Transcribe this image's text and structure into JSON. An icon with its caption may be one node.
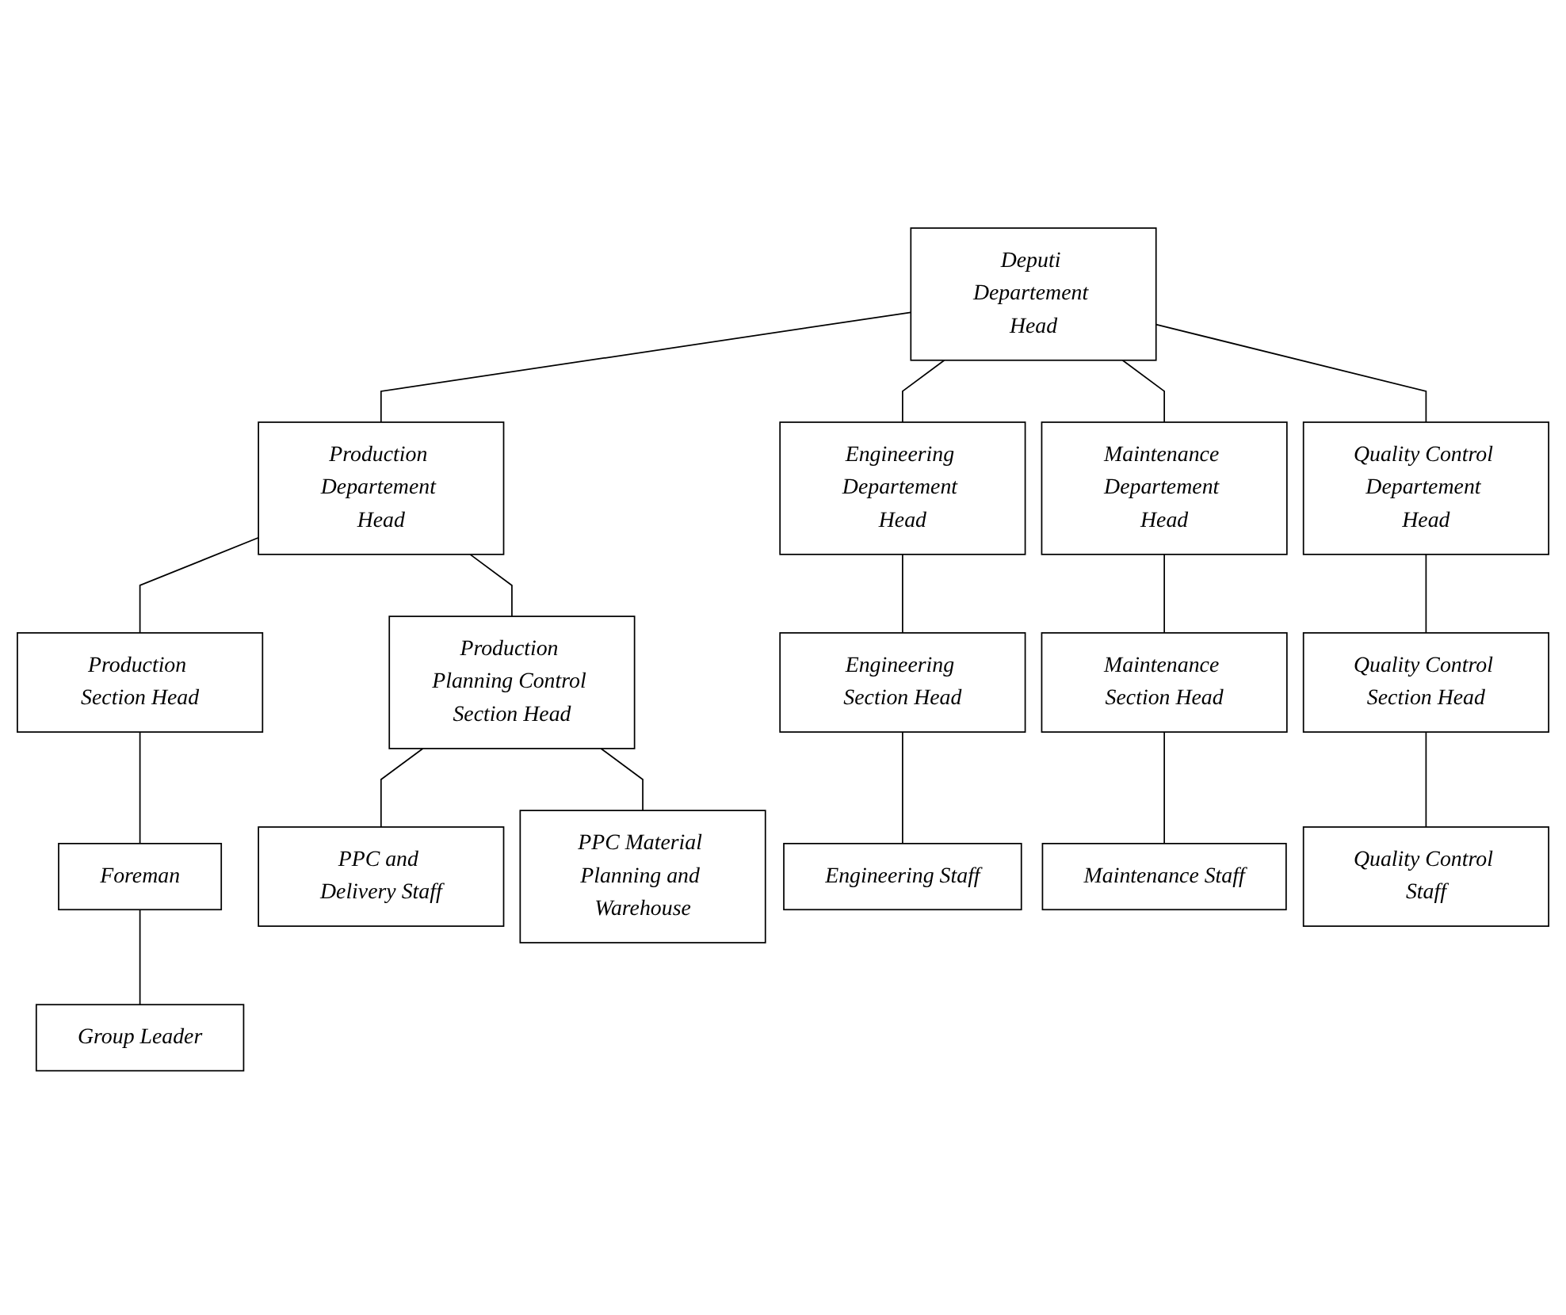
{
  "diagram": {
    "nodes": [
      {
        "text": [
          "Deputi Departement Head"
        ]
      },
      {
        "text": [
          "Production Departement Head"
        ]
      },
      {
        "text": [
          "Engineering Departement Head"
        ]
      },
      {
        "text": [
          "Maintenance Departement Head"
        ]
      },
      {
        "text": [
          "Quality Control Departement Head"
        ]
      },
      {
        "text": [
          "Production Section Head"
        ]
      },
      {
        "text": [
          "Production Planning Control Section Head"
        ]
      },
      {
        "text": [
          "Engineering Section Head"
        ]
      },
      {
        "text": [
          "Maintenance Section Head"
        ]
      },
      {
        "text": [
          "Quality Control Section Head"
        ]
      },
      {
        "text": [
          "Foreman"
        ]
      },
      {
        "text": [
          "PPC and Delivery Staff"
        ]
      },
      {
        "text": [
          "PPC Material Planning and Warehouse"
        ]
      },
      {
        "text": [
          "Engineering Staff"
        ]
      },
      {
        "text": [
          "Maintenance Staff"
        ]
      },
      {
        "text": [
          "Quality Control Staff"
        ]
      },
      {
        "text": [
          "Group Leader"
        ]
      }
    ],
    "edges": [
      {
        "from": 0,
        "to": 1,
        "arrow": "none"
      },
      {
        "from": 0,
        "to": 2,
        "arrow": "none"
      },
      {
        "from": 0,
        "to": 3,
        "arrow": "none"
      },
      {
        "from": 0,
        "to": 4,
        "arrow": "none"
      },
      {
        "from": 1,
        "to": 5,
        "arrow": "none"
      },
      {
        "from": 1,
        "to": 6,
        "arrow": "none"
      },
      {
        "from": 2,
        "to": 7,
        "arrow": "none"
      },
      {
        "from": 3,
        "to": 8,
        "arrow": "none"
      },
      {
        "from": 4,
        "to": 9,
        "arrow": "none"
      },
      {
        "from": 5,
        "to": 10,
        "arrow": "none"
      },
      {
        "from": 6,
        "to": 11,
        "arrow": "none"
      },
      {
        "from": 6,
        "to": 12,
        "arrow": "none"
      },
      {
        "from": 7,
        "to": 13,
        "arrow": "none"
      },
      {
        "from": 8,
        "to": 14,
        "arrow": "none"
      },
      {
        "from": 9,
        "to": 15,
        "arrow": "none"
      },
      {
        "from": 10,
        "to": 16,
        "arrow": "none"
      }
    ]
  }
}
